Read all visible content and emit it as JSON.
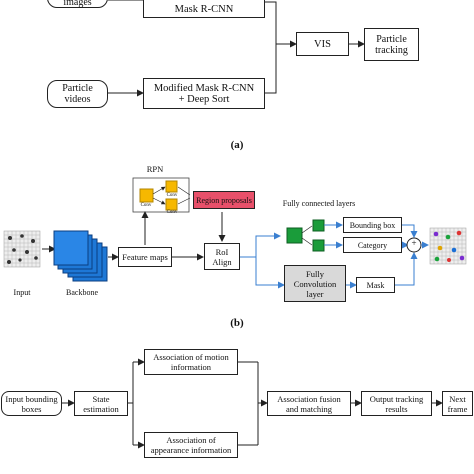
{
  "panel_a": {
    "particle_images": "Particle images",
    "mask_rcnn": "Mask R-CNN",
    "particle_videos": "Particle videos",
    "modified_line1": "Modified Mask R-CNN",
    "modified_line2": "+ Deep Sort",
    "vis": "VIS",
    "tracking_line1": "Particle",
    "tracking_line2": "tracking",
    "label": "(a)"
  },
  "panel_b": {
    "rpn": "RPN",
    "conv": "Conv",
    "region_proposals": "Region proposals",
    "fc_layers": "Fully connected layers",
    "bounding_box": "Bounding box",
    "category": "Category",
    "feature_maps": "Feature maps",
    "roi_line1": "RoI",
    "roi_line2": "Align",
    "fcn_line1": "Fully",
    "fcn_line2": "Convolution",
    "fcn_line3": "layer",
    "mask": "Mask",
    "input": "Input",
    "backbone": "Backbone",
    "plus": "+",
    "label": "(b)"
  },
  "panel_c": {
    "input_line1": "Input bounding",
    "input_line2": "boxes",
    "state_line1": "State",
    "state_line2": "estimation",
    "motion_line1": "Association of motion",
    "motion_line2": "information",
    "appearance_line1": "Association of",
    "appearance_line2": "appearance information",
    "fusion_line1": "Association fusion",
    "fusion_line2": "and matching",
    "output_line1": "Output tracking",
    "output_line2": "results",
    "next_line1": "Next",
    "next_line2": "frame"
  },
  "colors": {
    "conv_yellow": "#f6b800",
    "region_pink": "#e8506a",
    "fc_green": "#1a9c3a",
    "backbone_blue": "#1e78d6",
    "fcn_gray": "#d9d9d9",
    "arrow_blue": "#3a7fd0"
  }
}
